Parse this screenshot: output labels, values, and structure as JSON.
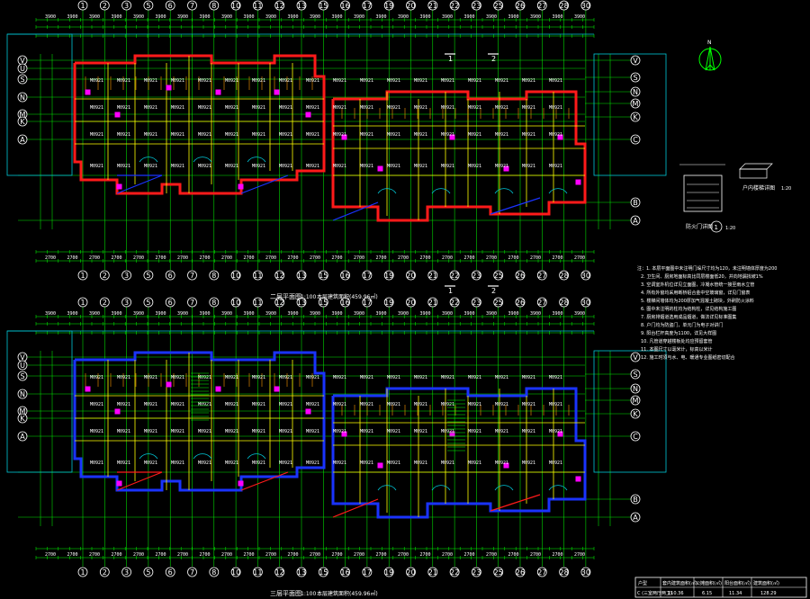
{
  "drawing": {
    "colors": {
      "background": "#000000",
      "grid": "#00ff00",
      "axis_bubble": "#ffffff",
      "wall_red": "#ff1a1a",
      "wall_blue": "#1a33ff",
      "cyan_frame": "#00c8d8",
      "magenta": "#ff00ff",
      "yellow": "#ffff00",
      "orange": "#ff9900",
      "text": "#ffffff"
    },
    "top_plan": {
      "caption_prefix": "二层平面图",
      "caption_scale": "1:100",
      "caption_area": "本层建筑面积(459.96㎡)"
    },
    "bottom_plan": {
      "caption_prefix": "三层平面图",
      "caption_scale": "1:100",
      "caption_area": "本层建筑面积(459.96㎡)"
    },
    "top_axis_labels": [
      "1",
      "2",
      "3",
      "5",
      "6",
      "7",
      "8",
      "10",
      "11",
      "12",
      "13",
      "15",
      "16",
      "17",
      "19",
      "20",
      "21",
      "22",
      "23",
      "25",
      "26",
      "27",
      "28",
      "30"
    ],
    "left_axis_labels": [
      "V",
      "U",
      "S",
      "N",
      "M",
      "K",
      "A"
    ],
    "right_axis_labels": [
      "V",
      "S",
      "N",
      "M",
      "K",
      "C",
      "B",
      "A"
    ],
    "section_marks": [
      "1",
      "2"
    ],
    "north_arrow_label": "N",
    "detail_caption": "防火门详图",
    "detail_sub_caption": "户内楼梯详图",
    "detail_number": "1",
    "detail_scale": "1:20",
    "notes": [
      "注：1. 本层平面图中未注明门垛尺寸均为120，未注明墙体厚度为200",
      "2. 卫生间、厨房地面标高比同层楼面低20，并向地漏找坡1%",
      "3. 空调室外机位详见立面图，冷凝水管统一接至雨水立管",
      "4. 所有外窗均采用断桥铝合金中空玻璃窗，详见门窗表",
      "5. 楼梯间墙体均为200厚加气混凝土砌块，外刷防火涂料",
      "6. 图中未注明的柱均为结构柱，详见结构施工图",
      "7. 厨房排烟道选用成品烟道，做法详见标准图集",
      "8. 户门均为防盗门，单元门为电子对讲门",
      "9. 阳台栏杆高度为1100，详见大样图",
      "10. 凡管道穿越楼板处均应预留套管",
      "11. 本图尺寸以毫米计，标高以米计",
      "12. 施工时须与水、电、暖通专业图纸密切配合"
    ],
    "area_table": {
      "headers": [
        "户型",
        "套内建筑面积(㎡)",
        "公摊面积(㎡)",
        "阳台面积(㎡)",
        "建筑面积(㎡)"
      ],
      "row": [
        "C (三室两厅两卫)",
        "110.36",
        "6.15",
        "11.34",
        "128.29"
      ]
    }
  }
}
